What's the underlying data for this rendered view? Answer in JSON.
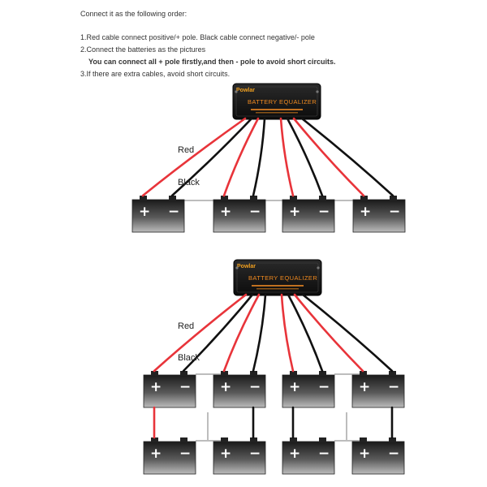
{
  "instructions": {
    "intro": "Connect it as the following order:",
    "step1": "1.Red cable connect positive/+ pole. Black cable connect negative/- pole",
    "step2": "2.Connect the batteries as the pictures",
    "note": "You can connect all + pole firstly,and then - pole to avoid short circuits.",
    "step3": "3.If there are extra cables, avoid short circuits."
  },
  "equalizer": {
    "brand": "Powlar",
    "title": "BATTERY EQUALIZER"
  },
  "labels": {
    "red": "Red",
    "black": "Black"
  },
  "battery": {
    "plus": "+",
    "minus": "−"
  },
  "colors": {
    "red_cable": "#e8343a",
    "black_cable": "#111111",
    "jumper": "#bdbdbd",
    "accent_text": "#f08a20"
  },
  "diagrams": [
    {
      "name": "four batteries in series",
      "battery_count": 4,
      "rows": 1
    },
    {
      "name": "two parallel rows of four",
      "battery_count": 8,
      "rows": 2
    }
  ]
}
